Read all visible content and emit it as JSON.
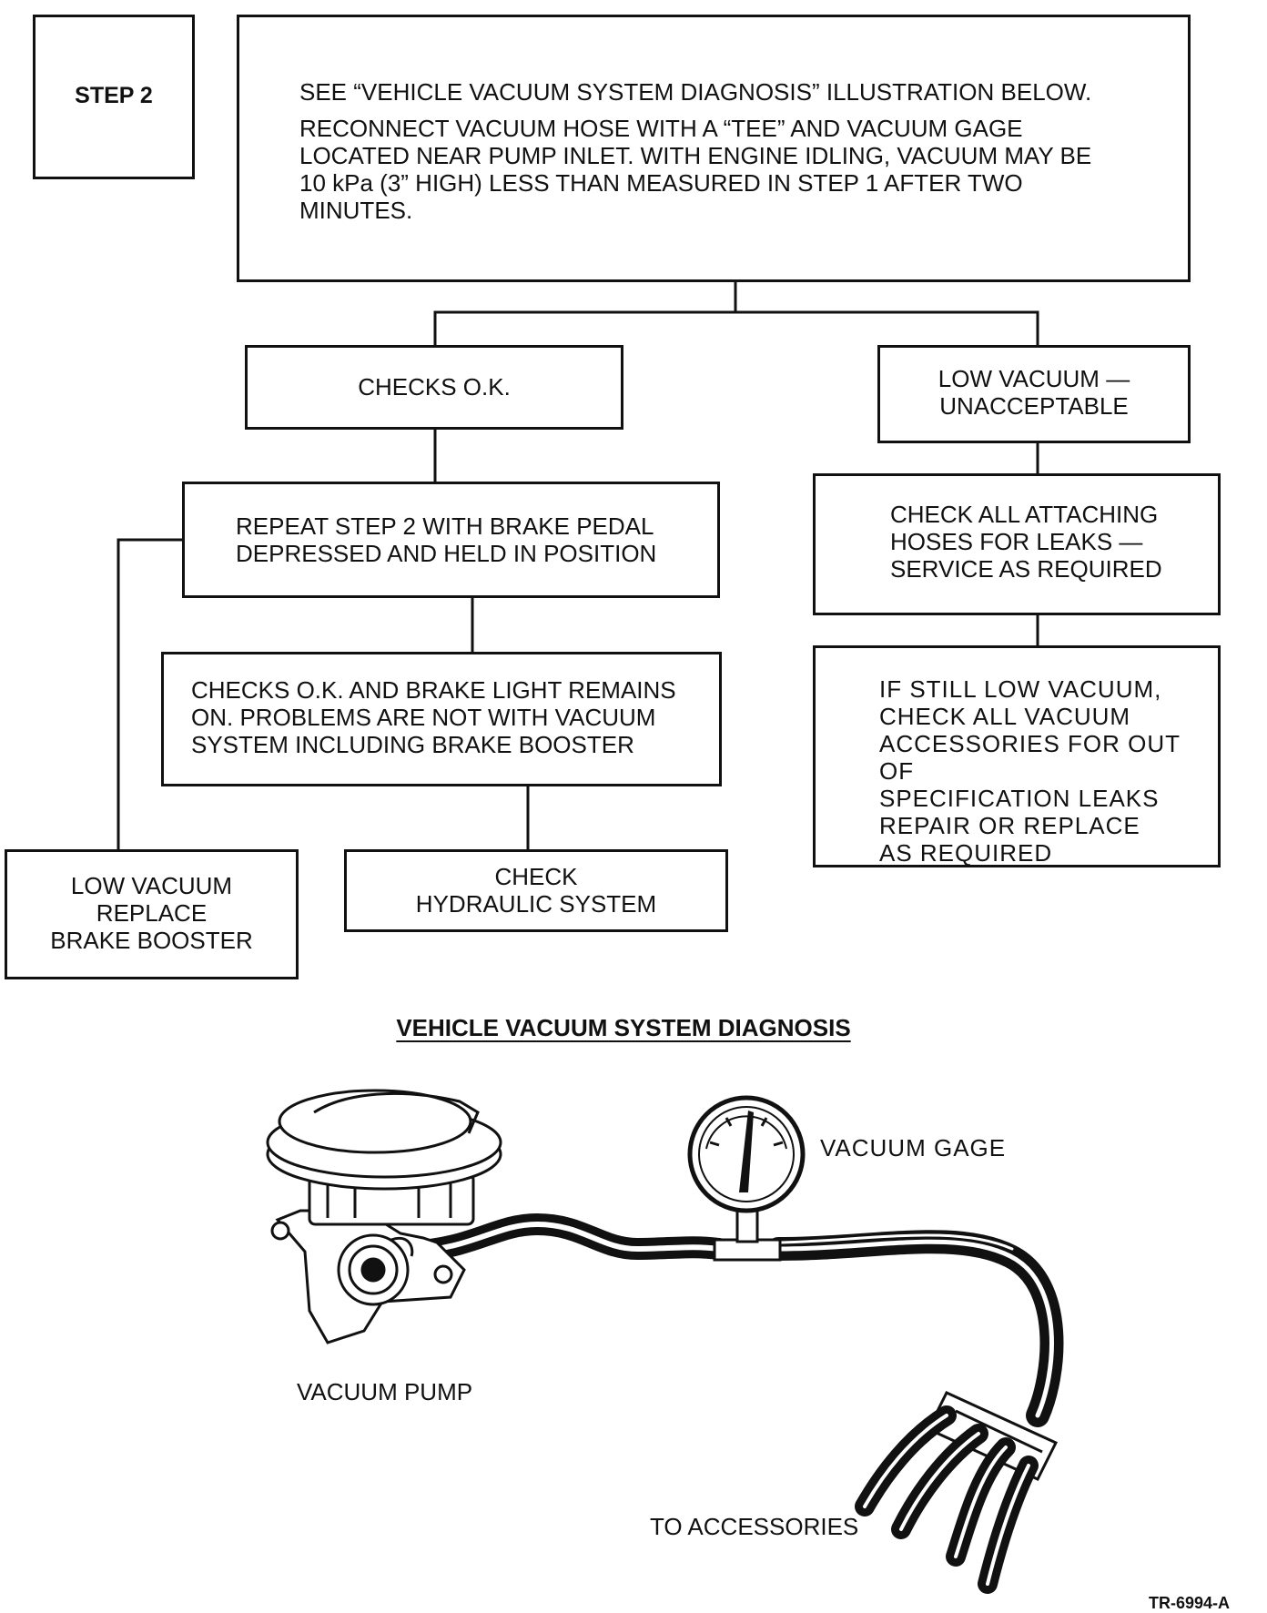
{
  "step_label": "STEP 2",
  "intro": {
    "line1": "SEE “VEHICLE VACUUM SYSTEM DIAGNOSIS” ILLUSTRATION BELOW.",
    "para": "RECONNECT VACUUM HOSE WITH A “TEE” AND VACUUM GAGE\nLOCATED NEAR PUMP INLET. WITH ENGINE IDLING, VACUUM MAY BE\n10 kPa (3” HIGH) LESS THAN MEASURED IN STEP 1 AFTER TWO\nMINUTES."
  },
  "nodes": {
    "checks_ok": "CHECKS O.K.",
    "low_vacuum_unacceptable": "LOW VACUUM —\nUNACCEPTABLE",
    "repeat_step": "REPEAT STEP 2 WITH BRAKE PEDAL\nDEPRESSED AND HELD IN POSITION",
    "check_hoses": "CHECK ALL ATTACHING\nHOSES FOR LEAKS —\nSERVICE AS REQUIRED",
    "brake_light": "CHECKS O.K. AND BRAKE LIGHT REMAINS\nON. PROBLEMS ARE NOT WITH VACUUM\nSYSTEM INCLUDING BRAKE BOOSTER",
    "still_low": "IF STILL LOW VACUUM,\nCHECK ALL VACUUM\nACCESSORIES FOR OUT OF\nSPECIFICATION LEAKS\nREPAIR OR REPLACE\nAS REQUIRED",
    "replace_booster": "LOW VACUUM\nREPLACE\nBRAKE BOOSTER",
    "check_hydraulic": "CHECK\nHYDRAULIC SYSTEM"
  },
  "illustration": {
    "title": "VEHICLE VACUUM SYSTEM DIAGNOSIS",
    "label_gage": "VACUUM GAGE",
    "label_pump": "VACUUM PUMP",
    "label_accessories": "TO ACCESSORIES"
  },
  "figure_id": "TR-6994-A"
}
